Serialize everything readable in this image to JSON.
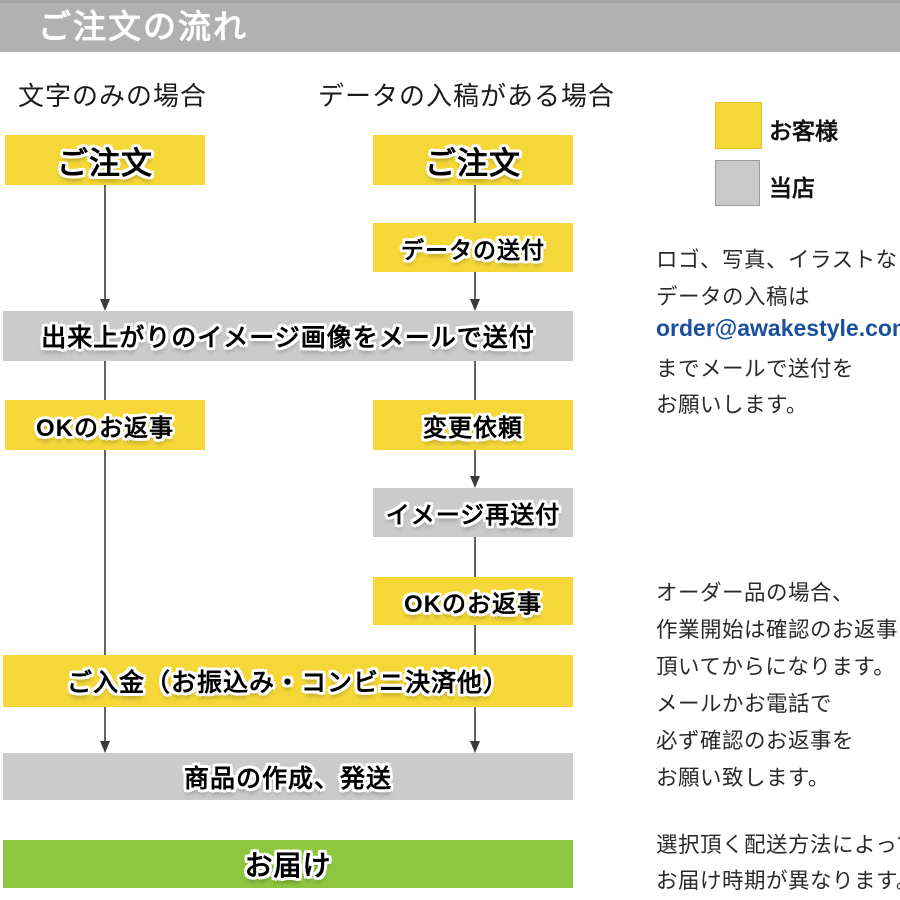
{
  "header": {
    "title": "ご注文の流れ"
  },
  "columns": {
    "left_label": "文字のみの場合",
    "right_label": "データの入稿がある場合"
  },
  "legend": {
    "customer_label": "お客様",
    "store_label": "当店"
  },
  "flow": {
    "order_left": "ご注文",
    "order_right": "ご注文",
    "data_send": "データの送付",
    "image_mail": "出来上がりのイメージ画像をメールで送付",
    "ok_left": "OKのお返事",
    "change_request": "変更依頼",
    "image_resend": "イメージ再送付",
    "ok_right": "OKのお返事",
    "payment": "ご入金（お振込み・コンビニ決済他）",
    "create_ship": "商品の作成、発送",
    "delivery": "お届け"
  },
  "notes": {
    "submission": [
      "ロゴ、写真、イラストなど",
      "データの入稿は",
      "order@awakestyle.com",
      "までメールで送付を",
      "お願いします。"
    ],
    "confirmation": [
      "オーダー品の場合、",
      "作業開始は確認のお返事を",
      "頂いてからになります。",
      "メールかお電話で",
      "必ず確認のお返事を",
      "お願い致します。"
    ],
    "delivery_time": [
      "選択頂く配送方法によって",
      "お届け時期が異なります。"
    ]
  },
  "colors": {
    "customer_yellow": "#f5d838",
    "store_gray": "#cbcbcb",
    "delivery_green": "#8dc63f",
    "header_gray": "#b1b1b1",
    "email_blue": "#1a4f9e"
  }
}
